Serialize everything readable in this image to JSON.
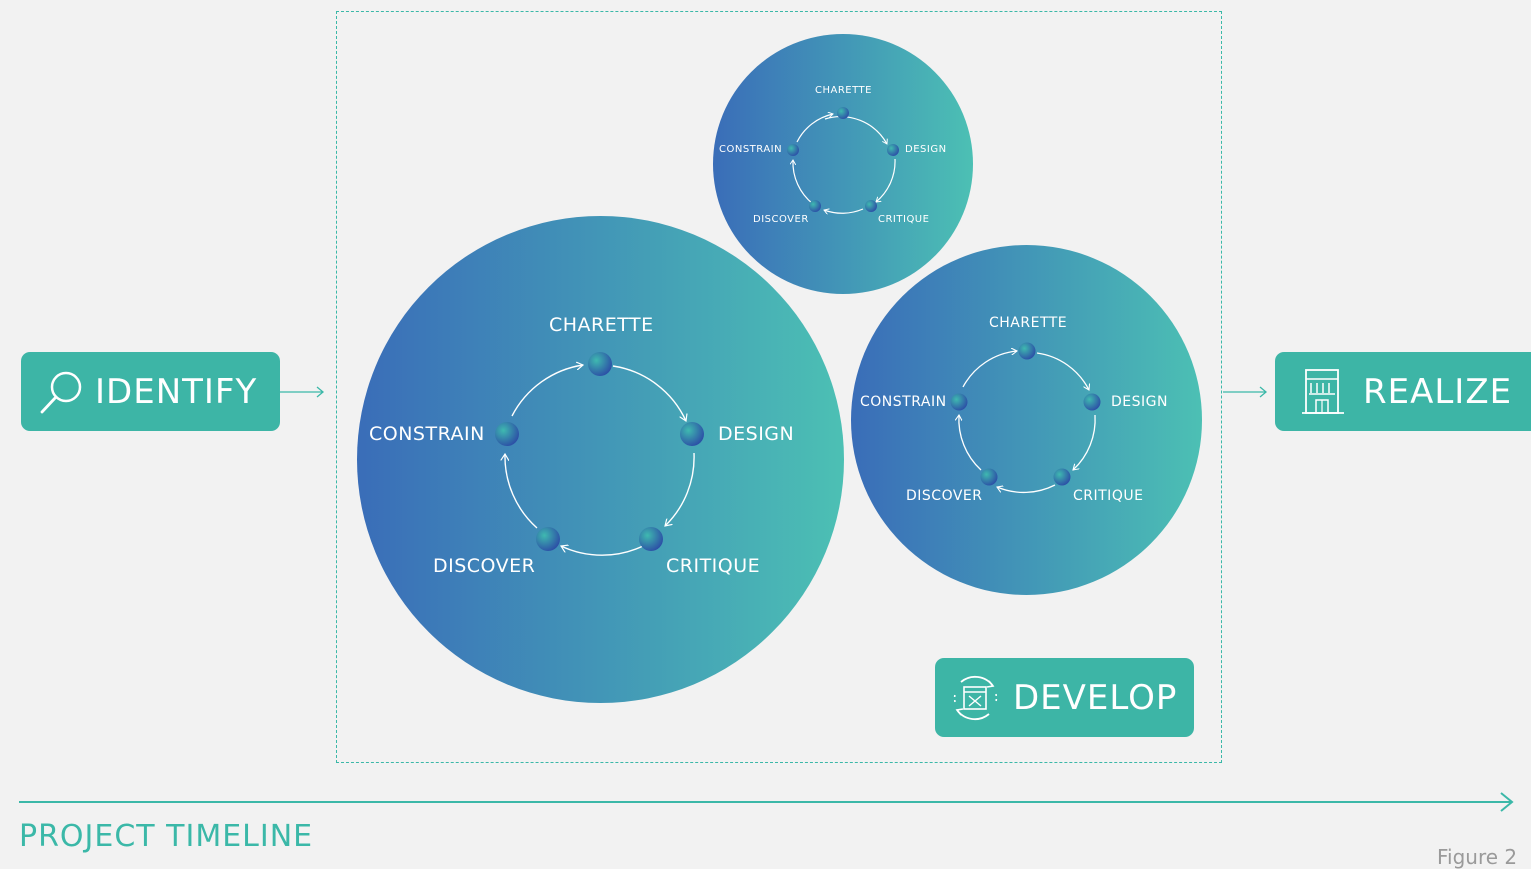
{
  "phases": {
    "identify": {
      "label": "IDENTIFY",
      "icon": "search-icon"
    },
    "develop": {
      "label": "DEVELOP",
      "icon": "iteration-window-icon"
    },
    "realize": {
      "label": "REALIZE",
      "icon": "building-icon"
    }
  },
  "cycles": [
    {
      "stages": [
        "CHARETTE",
        "DESIGN",
        "CRITIQUE",
        "DISCOVER",
        "CONSTRAIN"
      ]
    },
    {
      "stages": [
        "CHARETTE",
        "DESIGN",
        "CRITIQUE",
        "DISCOVER",
        "CONSTRAIN"
      ]
    },
    {
      "stages": [
        "CHARETTE",
        "DESIGN",
        "CRITIQUE",
        "DISCOVER",
        "CONSTRAIN"
      ]
    }
  ],
  "timeline": {
    "label": "PROJECT TIMELINE"
  },
  "figure": {
    "label": "Figure 2"
  },
  "colors": {
    "accent": "#3db5a6",
    "gradient_start": "#3a6db8",
    "gradient_end": "#4cc0b4",
    "background": "#f2f2f2"
  }
}
